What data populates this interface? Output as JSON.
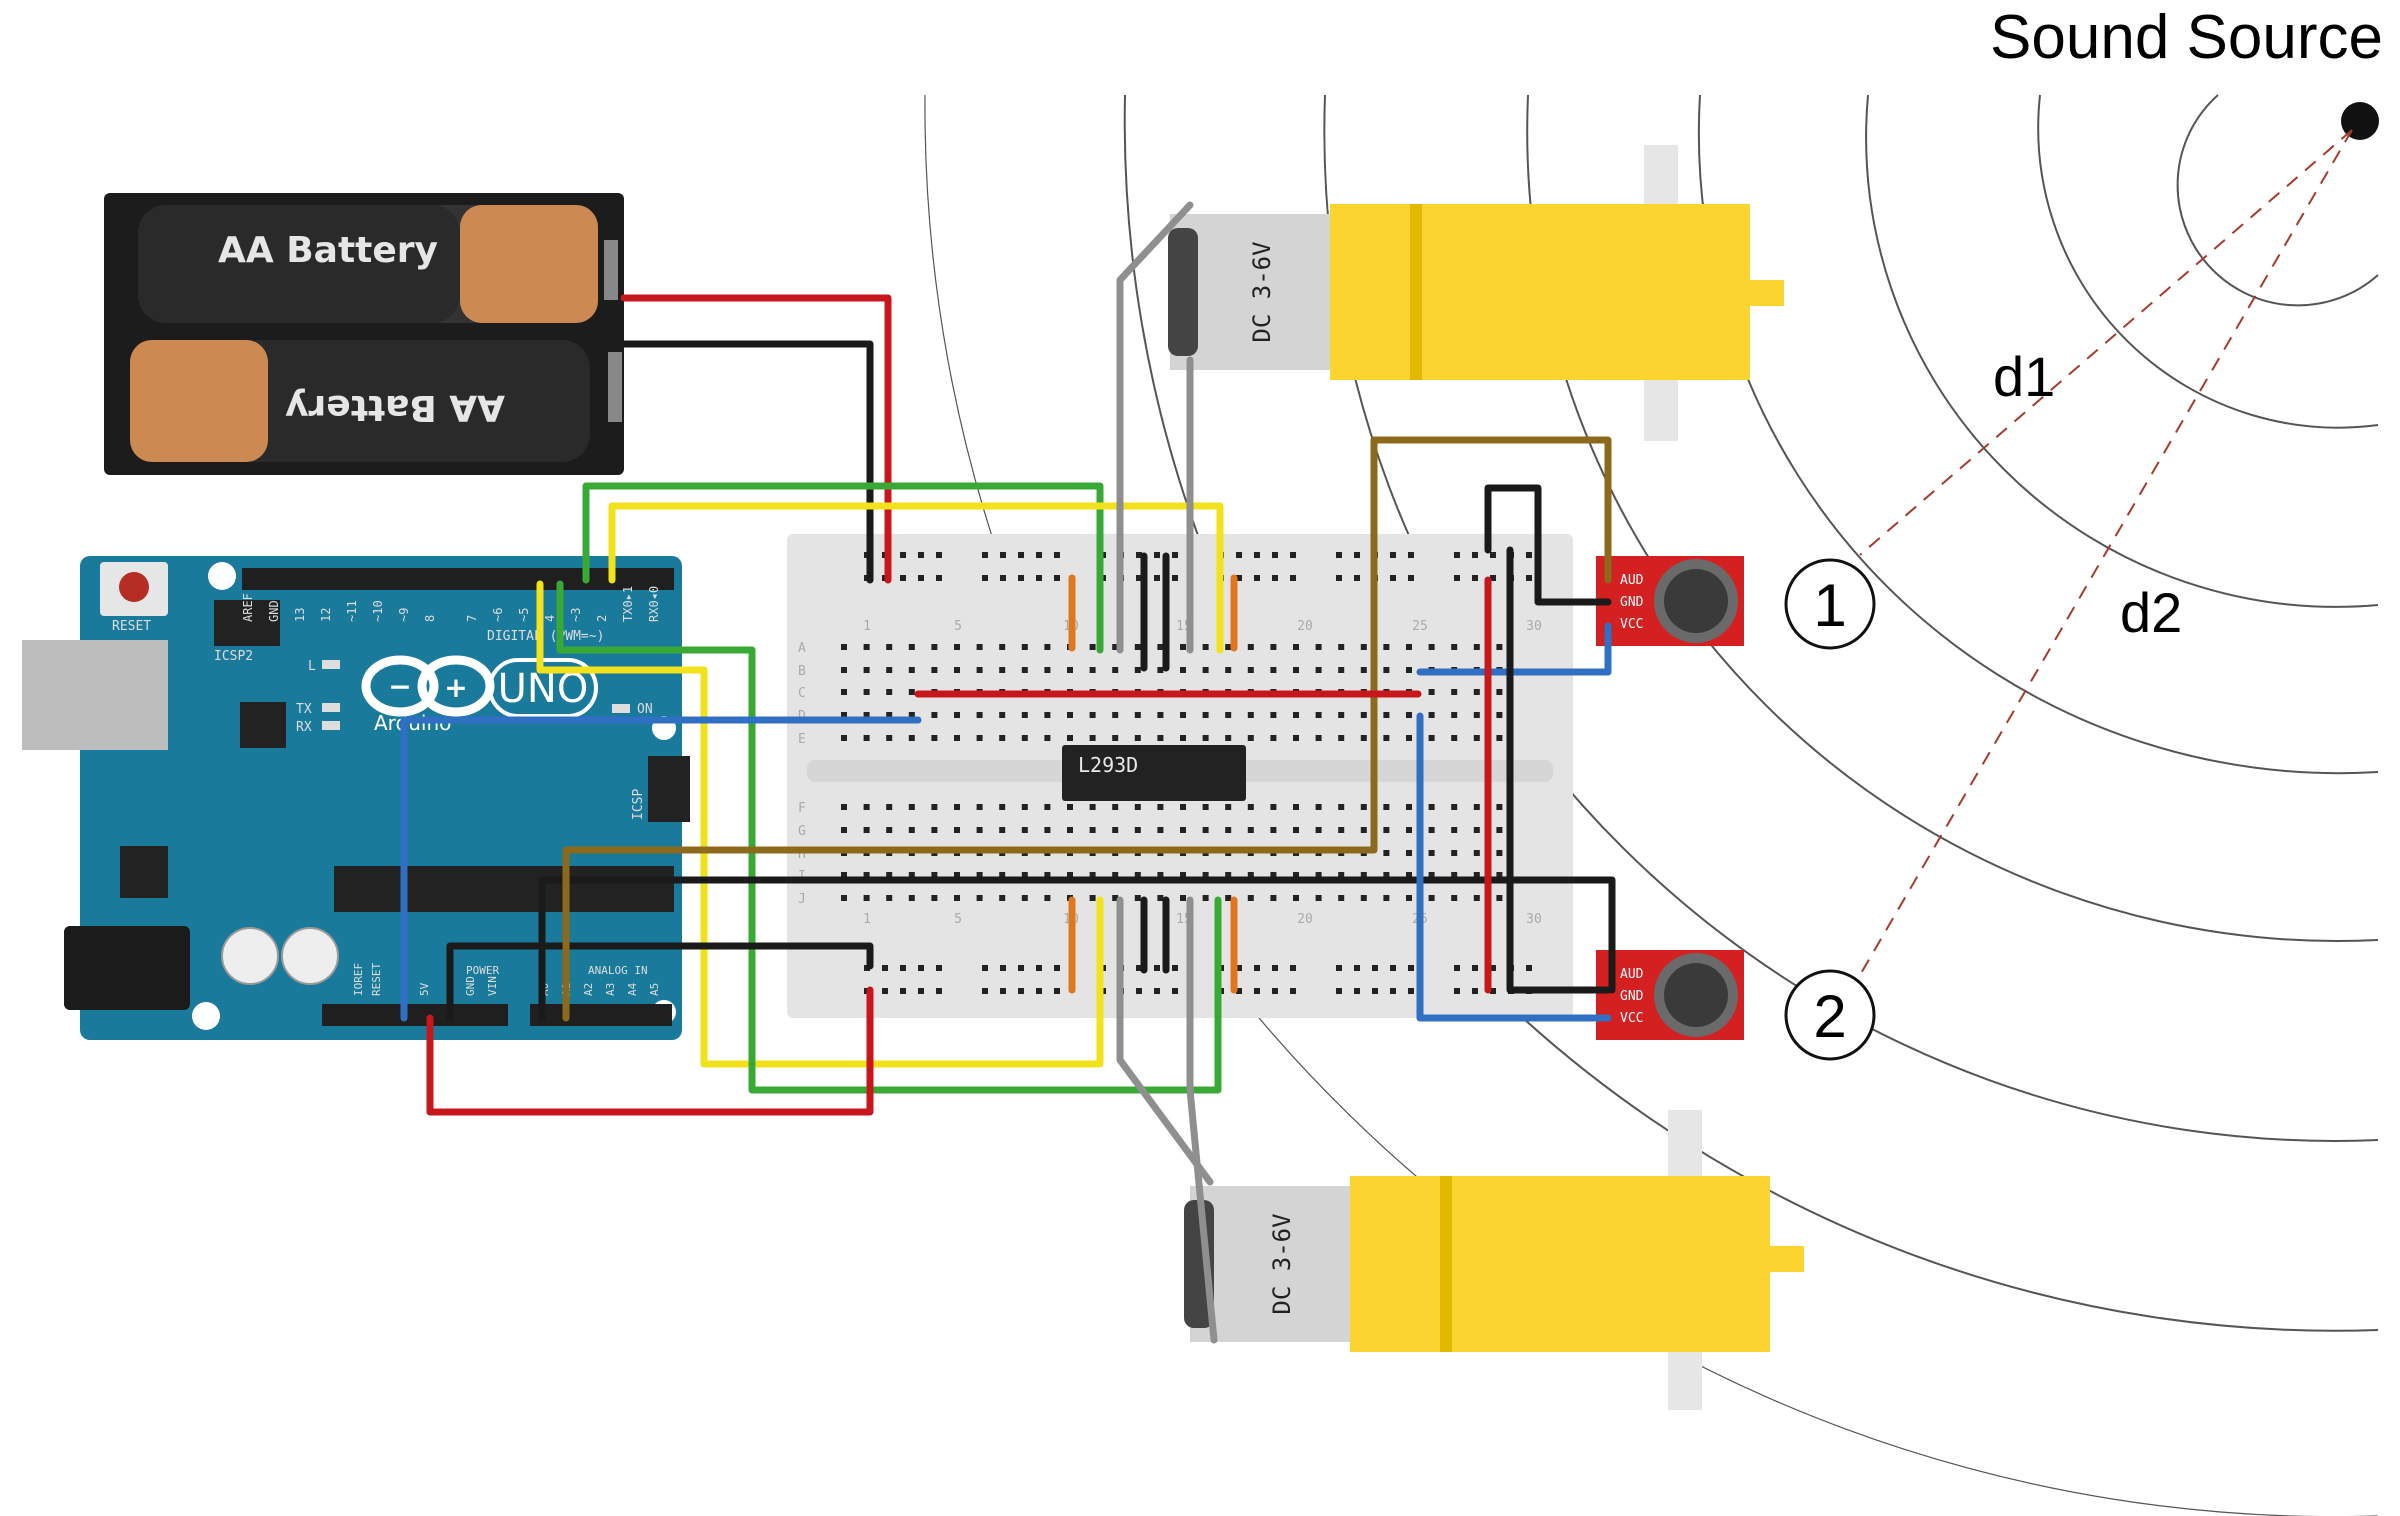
{
  "title": "Sound Source",
  "distance_labels": {
    "d1": "d1",
    "d2": "d2"
  },
  "sensor_markers": {
    "one": "1",
    "two": "2"
  },
  "battery": {
    "label_top": "AA Battery",
    "label_bottom": "AA Battery"
  },
  "arduino": {
    "model": "UNO",
    "brand": "Arduino",
    "reset_label": "RESET",
    "icsp2_label": "ICSP2",
    "icsp_label": "ICSP",
    "led_l": "L",
    "led_tx": "TX",
    "led_rx": "RX",
    "on_label": "ON",
    "digital_label": "DIGITAL (PWM=~)",
    "power_label": "POWER",
    "analog_label": "ANALOG IN",
    "ioref_label": "IOREF",
    "reset_pin_label": "RESET",
    "pin_5v": "5V",
    "pin_gnd": "GND",
    "pin_vin": "VIN",
    "top_pins": [
      "AREF",
      "GND",
      "13",
      "12",
      "~11",
      "~10",
      "~9",
      "8",
      "7",
      "~6",
      "~5",
      "4",
      "~3",
      "2",
      "TX0▸1",
      "RX0◂0"
    ],
    "analog_pins": [
      "A0",
      "A1",
      "A2",
      "A3",
      "A4",
      "A5"
    ]
  },
  "chip": {
    "label": "L293D"
  },
  "motors": {
    "top_label": "DC 3-6V",
    "bottom_label": "DC 3-6V"
  },
  "sensor_pins": [
    "AUD",
    "GND",
    "VCC"
  ],
  "breadboard": {
    "row_letters_top": [
      "A",
      "B",
      "C",
      "D",
      "E"
    ],
    "row_letters_bottom": [
      "F",
      "G",
      "H",
      "I",
      "J"
    ],
    "column_numbers": [
      "1",
      "5",
      "10",
      "15",
      "20",
      "25",
      "30"
    ]
  },
  "colors": {
    "wire_red": "#c8161d",
    "wire_black": "#1a1a1a",
    "wire_green": "#39a935",
    "wire_yellow": "#f2e21c",
    "wire_blue": "#2f6fc4",
    "wire_brown": "#8c6a1c",
    "wire_gray": "#8f8f8f",
    "arduino_blue": "#1a7a9b",
    "sensor_red": "#d42020",
    "motor_yellow": "#fbd430"
  }
}
